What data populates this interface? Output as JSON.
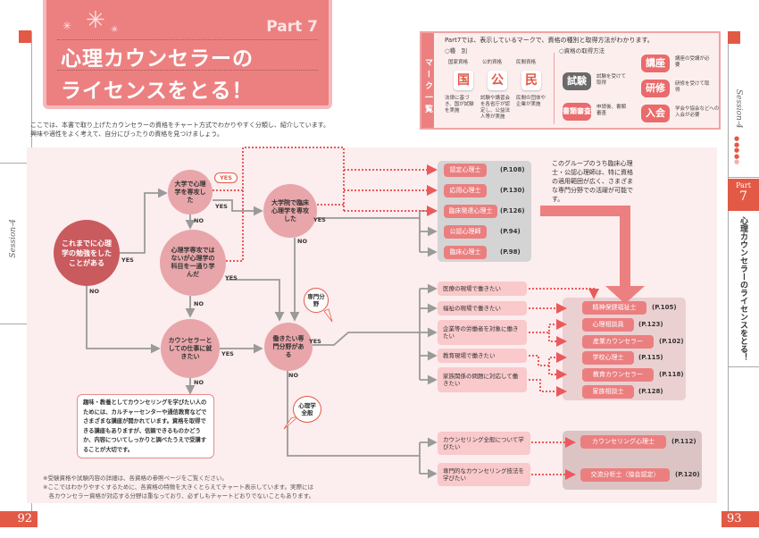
{
  "header": {
    "part": "Part 7",
    "title_line1": "心理カウンセラーの",
    "title_line2": "ライセンスをとる！"
  },
  "intro": [
    "ここでは、本書で取り上げたカウンセラーの資格をチャート方式でわかりやすく分類し、紹介しています。",
    "興味や適性をよく考えて、自分にぴったりの資格を見つけましょう。"
  ],
  "marks": {
    "side": "マーク一覧",
    "heading": "Part7では、表示しているマークで、資格の種別と取得方法がわかります。",
    "type_heading": "○種　別",
    "method_heading": "○資格の取得方法",
    "types": [
      {
        "label": "国家資格",
        "glyph": "国",
        "desc": "法律に基づき、国が試験を実施"
      },
      {
        "label": "公的資格",
        "glyph": "公",
        "desc": "試験や講習会を各省庁が認定し、公益法人等が実施"
      },
      {
        "label": "民間資格",
        "glyph": "民",
        "desc": "民間の団体や企業が実施"
      }
    ],
    "methods": [
      {
        "glyph": "試験",
        "desc": "試験を受けて取得"
      },
      {
        "glyph": "書類審査",
        "desc": "申請後、書類審査"
      },
      {
        "glyph": "講座",
        "desc": "講座の受講が必要"
      },
      {
        "glyph": "研修",
        "desc": "研修を受けて取得"
      },
      {
        "glyph": "入会",
        "desc": "学会や協会などへの入会が必要"
      }
    ]
  },
  "chart": {
    "start": "これまでに心理学の勉強をしたことがある",
    "univ": "大学で心理学を専攻した",
    "nonmajor": "心理学専攻ではないが心理学の科目を一通り学んだ",
    "career": "カウンセラーとしての仕事に就きたい",
    "grad": "大学院で臨床心理学を専攻した",
    "field": "働きたい専門分野がある",
    "yes": "YES",
    "no": "NO",
    "bubble_field": "専門分野",
    "bubble_general": "心理学全般",
    "group1": [
      {
        "name": "認定心理士",
        "page": "(P.108)"
      },
      {
        "name": "応用心理士",
        "page": "(P.130)"
      },
      {
        "name": "臨床発達心理士",
        "page": "(P.126)"
      },
      {
        "name": "公認心理師",
        "page": "(P.94)"
      },
      {
        "name": "臨床心理士",
        "page": "(P.98)"
      }
    ],
    "group1_note": "このグループのうち臨床心理士・公認心理師は、特に資格の適用範囲が広く、さまざまな専門分野での活躍が可能です。",
    "options": [
      "医療の現場で働きたい",
      "福祉の現場で働きたい",
      "企業等の労働者を対象に働きたい",
      "教育現場で働きたい",
      "家族関係の問題に対応して働きたい"
    ],
    "group2": [
      {
        "name": "精神保健福祉士",
        "page": "(P.105)"
      },
      {
        "name": "心理相談員",
        "page": "(P.123)"
      },
      {
        "name": "産業カウンセラー",
        "page": "(P.102)"
      },
      {
        "name": "学校心理士",
        "page": "(P.115)"
      },
      {
        "name": "教育カウンセラー",
        "page": "(P.118)"
      },
      {
        "name": "家族相談士",
        "page": "(P.128)"
      }
    ],
    "general_options": [
      "カウンセリング全般について学びたい",
      "専門的なカウンセリング技法を学びたい"
    ],
    "group3": [
      {
        "name": "カウンセリング心理士",
        "page": "(P.112)"
      },
      {
        "name": "交流分析士（協会認定）",
        "page": "(P.120)"
      }
    ],
    "hobby_note": "趣味・教養としてカウンセリングを学びたい人のためには、カルチャーセンターや通信教育などでさまざまな講座が開かれています。資格を取得できる講座もありますが、信頼できるものかどうか、内容についてしっかりと調べたうえで受講することが大切です。"
  },
  "footnotes": [
    "※受験資格や試験内容の詳細は、各資格の参照ページをご覧ください。",
    "※ここではわかりやすくするために、各資格の特徴を大きくとらえてチャート表示しています。実際には",
    "　各カウンセラー資格が対応する分野は重なっており、必ずしもチャートどおりでないこともあります。"
  ],
  "margin": {
    "session": "Session-4",
    "part_label": "Part",
    "part_num": "7",
    "side_title": "心理カウンセラーのライセンスをとる！",
    "page_left": "92",
    "page_right": "93"
  },
  "colors": {
    "accent": "#e25a45",
    "pink": "#ec8081",
    "bg": "#fcedee"
  }
}
